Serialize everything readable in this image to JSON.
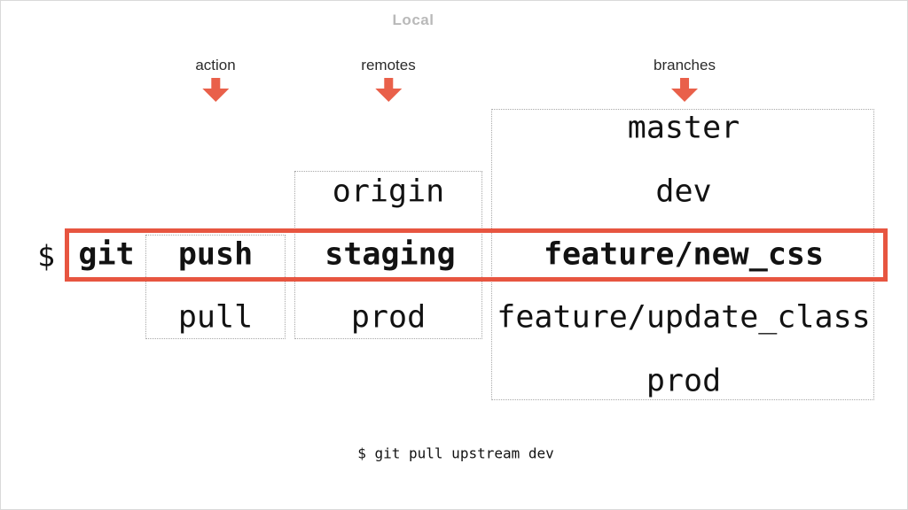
{
  "colors": {
    "accent_red": "#e75540",
    "arrow_red": "#e9604a",
    "title_gray": "#b9b9b9",
    "label_text": "#2b2b2b",
    "cell_text": "#121212",
    "dotted_border": "#a8a8a8"
  },
  "slide": {
    "title": "Local",
    "prompt": "$",
    "caption": "$ git pull upstream dev"
  },
  "headers": {
    "action": "action",
    "remotes": "remotes",
    "branches": "branches"
  },
  "table": {
    "command": "git",
    "actions": [
      "push",
      "pull"
    ],
    "remotes": [
      "origin",
      "staging",
      "prod"
    ],
    "branches": [
      "master",
      "dev",
      "feature/new_css",
      "feature/update_class",
      "prod"
    ]
  }
}
